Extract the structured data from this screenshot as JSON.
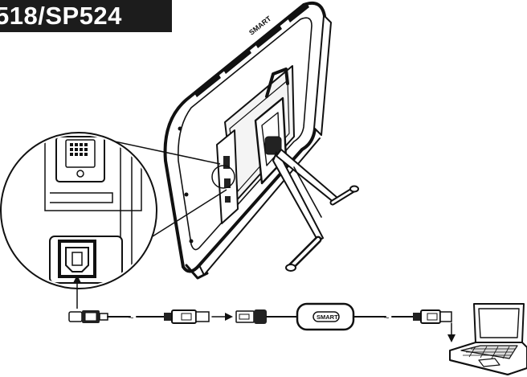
{
  "header": {
    "model_label": "518/SP524"
  },
  "display": {
    "logo_text": "SMART"
  },
  "cable": {
    "box_logo_text": "SMART"
  }
}
